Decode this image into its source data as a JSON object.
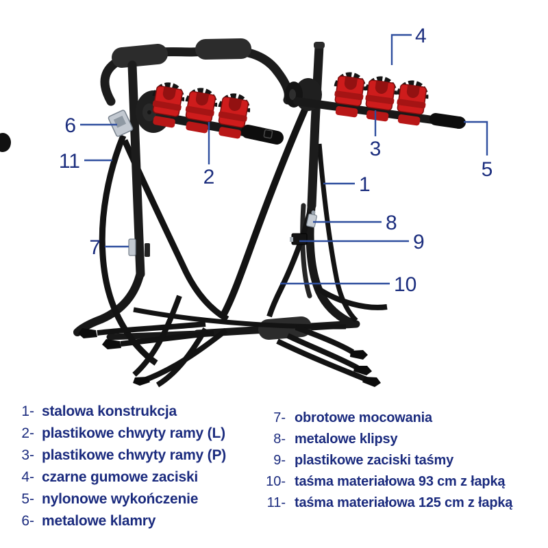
{
  "figure": {
    "description": "trunk-mounted bike carrier rack with numbered part callouts",
    "callout_numbers": [
      "1",
      "2",
      "3",
      "4",
      "5",
      "6",
      "7",
      "8",
      "9",
      "10",
      "11"
    ]
  },
  "legend": {
    "left": [
      {
        "num": "1-",
        "text": "stalowa konstrukcja"
      },
      {
        "num": "2-",
        "text": "plastikowe chwyty ramy (L)"
      },
      {
        "num": "3-",
        "text": "plastikowe chwyty ramy (P)"
      },
      {
        "num": "4-",
        "text": "czarne gumowe zaciski"
      },
      {
        "num": "5-",
        "text": "nylonowe wykończenie"
      },
      {
        "num": "6-",
        "text": "metalowe klamry"
      }
    ],
    "right": [
      {
        "num": "7-",
        "text": "obrotowe mocowania"
      },
      {
        "num": "8-",
        "text": "metalowe klipsy"
      },
      {
        "num": "9-",
        "text": "plastikowe zaciski taśmy"
      },
      {
        "num": "10-",
        "text": "taśma materiałowa 93 cm z łapką"
      },
      {
        "num": "11-",
        "text": "taśma materiałowa 125 cm z łapką"
      }
    ]
  },
  "colors": {
    "background": "#ffffff",
    "legend_navy": "#1b2b7e",
    "callout_number_navy": "#1c2e7e",
    "callout_line_blue": "#2e4e9e",
    "frame_black": "#1a1a1a",
    "clamp_red": "#ce1c1c",
    "foam_gray": "#2c2c2c",
    "metal_silver": "#c3c9d1"
  }
}
